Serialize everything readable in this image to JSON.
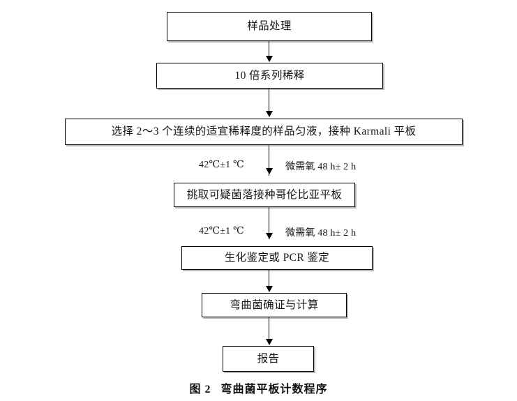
{
  "diagram": {
    "caption_number": "图 2",
    "caption_title": "弯曲菌平板计数程序",
    "nodes": [
      {
        "id": "sample-treatment",
        "label": "样品处理"
      },
      {
        "id": "serial-dilution",
        "label": "10 倍系列稀释"
      },
      {
        "id": "karmali-plating",
        "label": "选择 2～3 个连续的适宜稀释度的样品匀液，接种 Karmali 平板"
      },
      {
        "id": "columbia-plating",
        "label": "挑取可疑菌落接种哥伦比亚平板"
      },
      {
        "id": "identification",
        "label": "生化鉴定或 PCR 鉴定"
      },
      {
        "id": "confirm-count",
        "label": "弯曲菌确证与计算"
      },
      {
        "id": "report",
        "label": "报告"
      }
    ],
    "annotations": [
      {
        "id": "incubation-1",
        "left": "42℃±1 ℃",
        "right": "微需氧 48 h± 2 h"
      },
      {
        "id": "incubation-2",
        "left": "42℃±1 ℃",
        "right": "微需氧 48 h± 2 h"
      }
    ],
    "colors": {
      "border": "#000000",
      "shadow": "#b9b9b9",
      "text": "#151515",
      "background": "#ffffff"
    }
  }
}
